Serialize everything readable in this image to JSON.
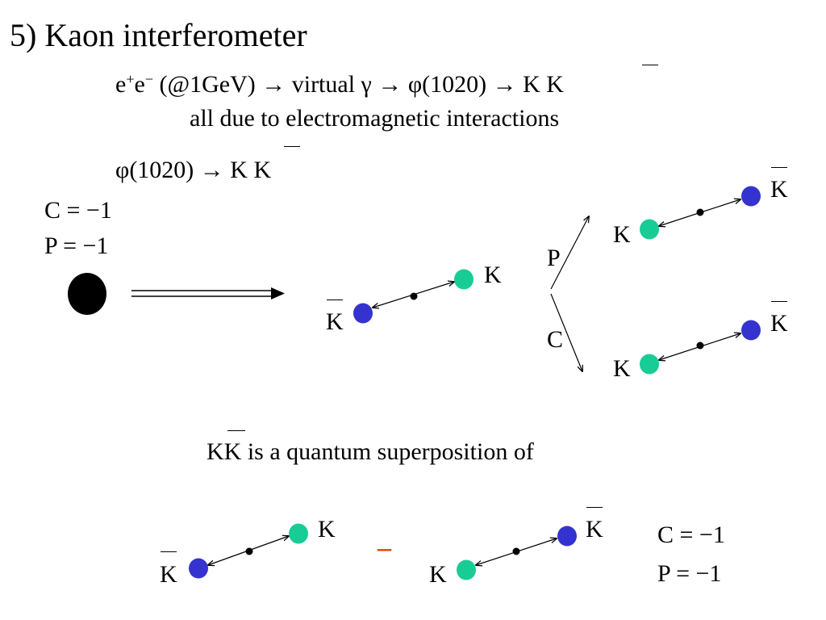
{
  "title": "5) Kaon interferometer",
  "reaction": {
    "e": "e",
    "plus": "+",
    "minus": "−",
    "energy": "(@1GeV)",
    "arrow": "→",
    "virtual": "virtual",
    "gamma": "γ",
    "phi": "φ(1020)",
    "kk": "K K",
    "note": "all due to electromagnetic interactions"
  },
  "decay": {
    "phi": "φ(1020)",
    "arrow": "→",
    "kk": "K K"
  },
  "quantum_numbers": {
    "c": "C = −1",
    "p": "P = −1"
  },
  "branch": {
    "p": "P",
    "c": "C"
  },
  "kaon": "K",
  "superposition": {
    "kk": "KK",
    "text": "is a quantum superposition of"
  },
  "minus_sign": "–",
  "colors": {
    "k": "#18cc96",
    "kbar": "#3433d0",
    "phi": "#000000",
    "minus": "#e0400a"
  }
}
